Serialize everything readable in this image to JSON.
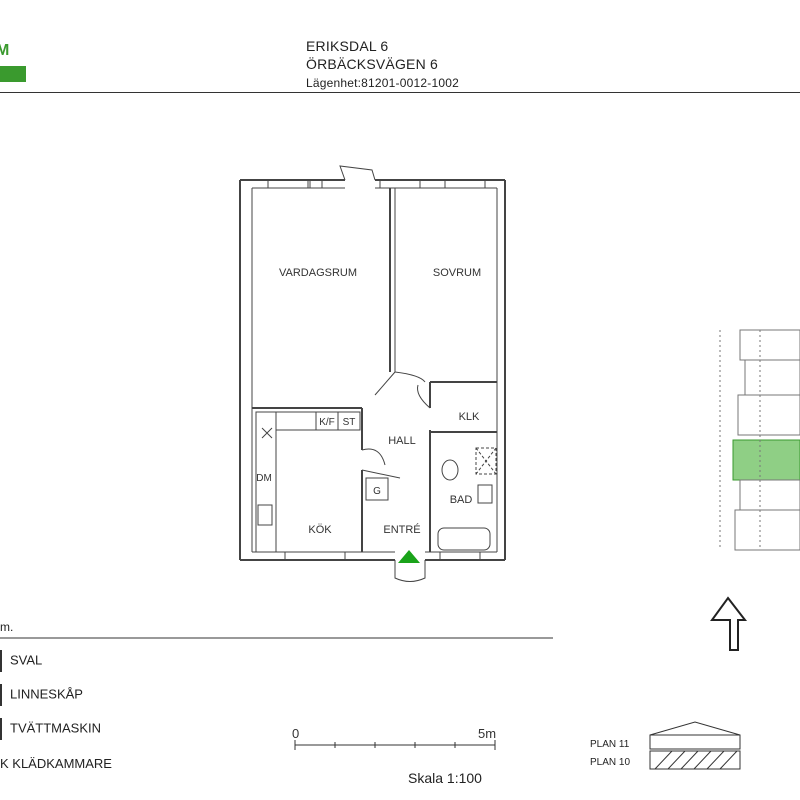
{
  "header": {
    "line1": "ERIKSDAL 6",
    "line2": "ÖRBÄCKSVÄGEN 6",
    "line3": "Lägenhet:81201-0012-1002",
    "logo_letter": "M"
  },
  "rooms": {
    "vardagsrum": "VARDAGSRUM",
    "sovrum": "SOVRUM",
    "klk": "KLK",
    "hall": "HALL",
    "bad": "BAD",
    "kok": "KÖK",
    "entre": "ENTRÉ",
    "kf": "K/F",
    "st": "ST",
    "dm": "DM",
    "g": "G"
  },
  "legend": {
    "note": "m.",
    "items": [
      "SVAL",
      "LINNESKÅP",
      "TVÄTTMASKIN",
      "K KLÄDKAMMARE"
    ]
  },
  "scale": {
    "start": "0",
    "end": "5m",
    "label": "Skala 1:100"
  },
  "floors": {
    "upper": "PLAN 11",
    "lower": "PLAN 10"
  },
  "colors": {
    "logo_green": "#3a9a2e",
    "highlight_green": "#8fcf85",
    "wall": "#444444",
    "entrance_arrow": "#1aa31a"
  }
}
